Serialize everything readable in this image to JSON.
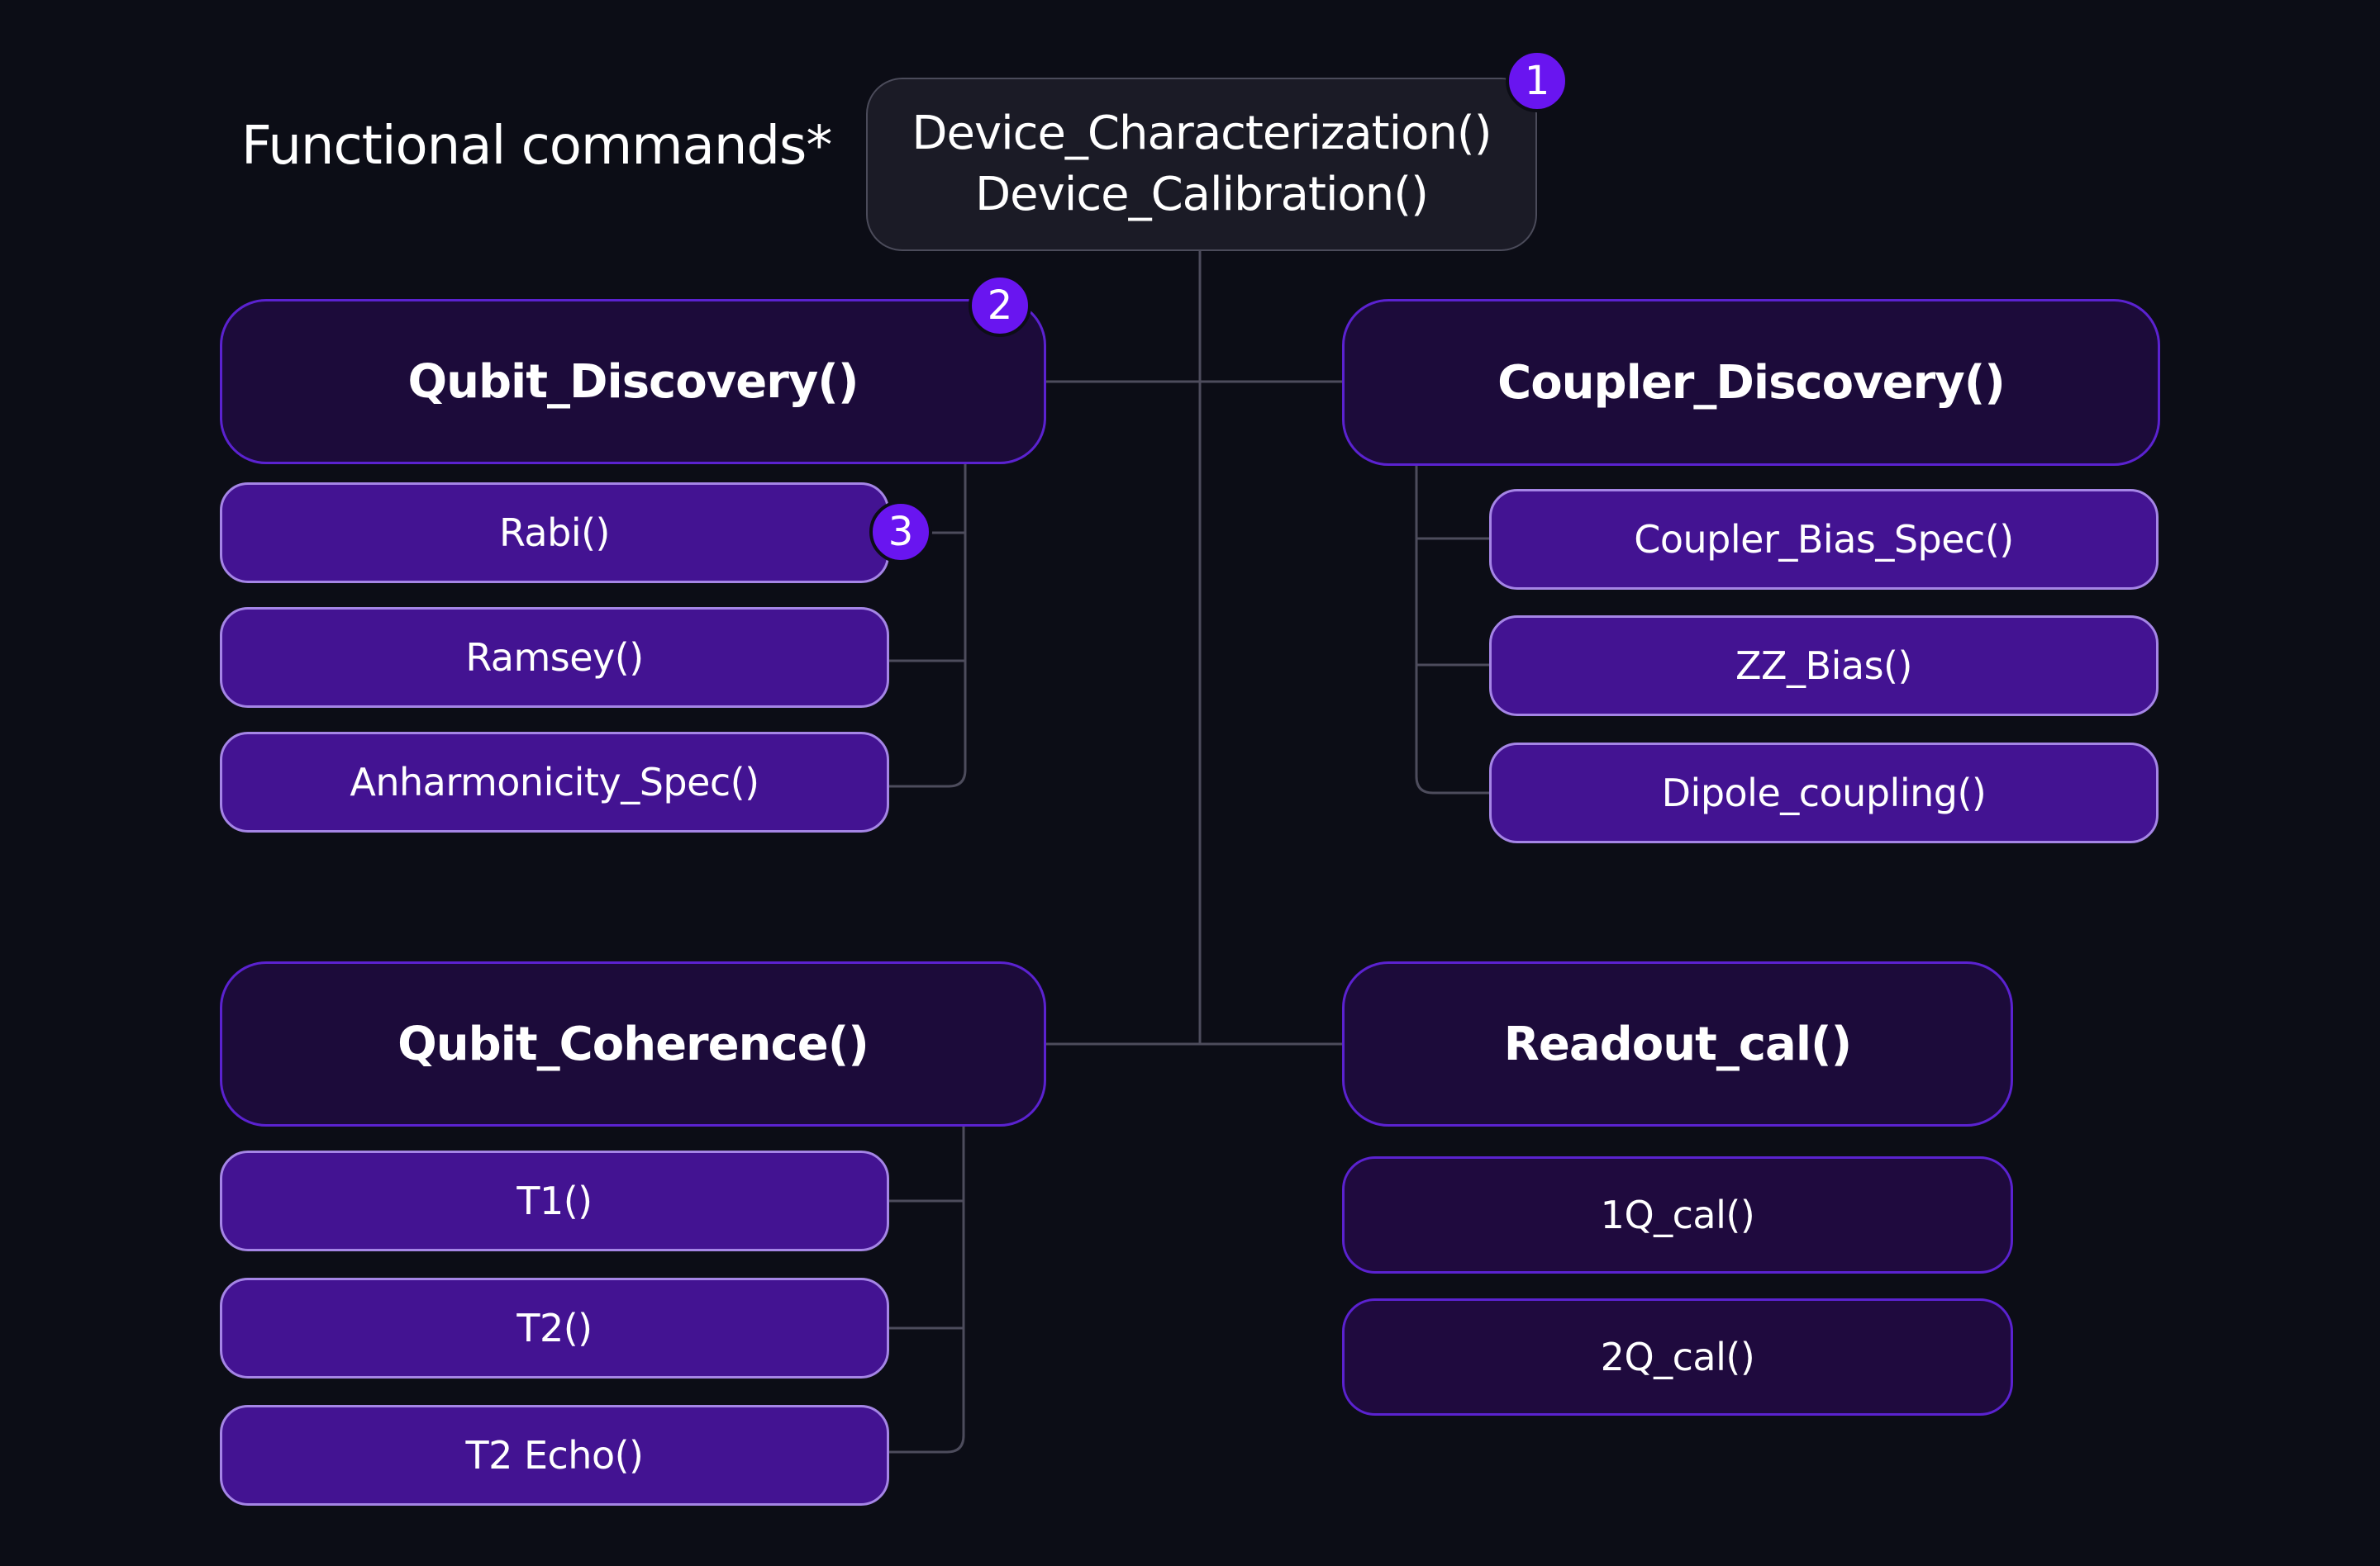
{
  "title": "Functional commands*",
  "root": {
    "line1": "Device_Characterization()",
    "line2": "Device_Calibration()",
    "badge": "1"
  },
  "groups": {
    "qubit_discovery": {
      "label": "Qubit_Discovery()",
      "badge": "2",
      "children": [
        "Rabi()",
        "Ramsey()",
        "Anharmonicity_Spec()"
      ],
      "child_badge": "3"
    },
    "coupler_discovery": {
      "label": "Coupler_Discovery()",
      "children": [
        "Coupler_Bias_Spec()",
        "ZZ_Bias()",
        "Dipole_coupling()"
      ]
    },
    "qubit_coherence": {
      "label": "Qubit_Coherence()",
      "children": [
        "T1()",
        "T2()",
        "T2 Echo()"
      ]
    },
    "readout_cal": {
      "label": "Readout_cal()",
      "children": [
        "1Q_cal()",
        "2Q_cal()"
      ]
    }
  },
  "colors": {
    "background": "#0c0d16",
    "badge": "#6915f0",
    "child_fill": "#431392",
    "group_fill": "#1c0b3a",
    "connector": "#4d4c5c"
  }
}
